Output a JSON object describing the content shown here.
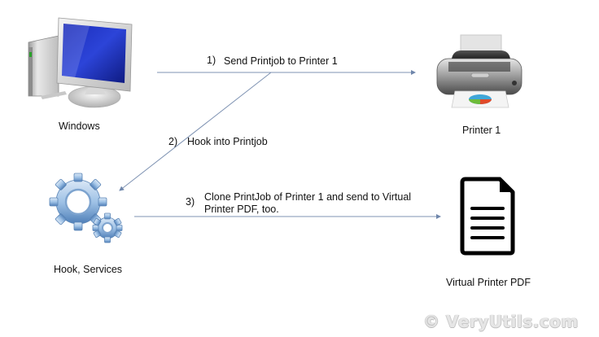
{
  "nodes": {
    "windows": {
      "label": "Windows",
      "icon": "computer-icon"
    },
    "printer": {
      "label": "Printer 1",
      "icon": "printer-icon"
    },
    "hook": {
      "label": "Hook, Services",
      "icon": "gears-icon"
    },
    "pdf": {
      "label": "Virtual Printer PDF",
      "icon": "document-icon"
    }
  },
  "steps": [
    {
      "num": "1)",
      "text": "Send Printjob to Printer 1"
    },
    {
      "num": "2)",
      "text": "Hook into Printjob"
    },
    {
      "num": "3)",
      "text": "Clone PrintJob of Printer 1 and send to Virtual",
      "text2": "Printer PDF, too."
    }
  ],
  "watermark": "© VeryUtils.com",
  "colors": {
    "arrow": "#7f93b3",
    "screen": "#1c2fb0",
    "gear": "#8fb4de"
  }
}
